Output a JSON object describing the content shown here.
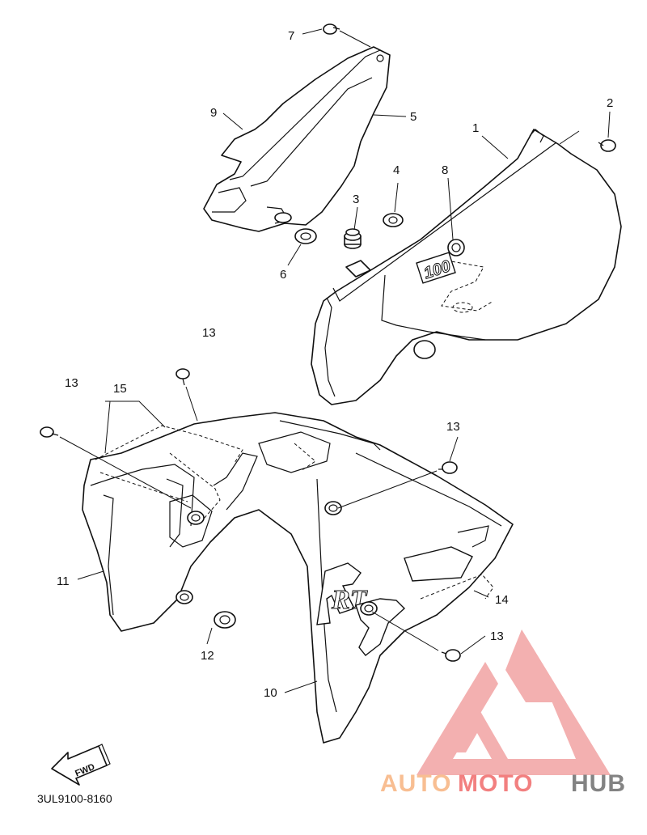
{
  "diagram": {
    "part_code": "3UL9100-8160",
    "fwd_label": "FWD",
    "callouts": {
      "p1": "1",
      "p2": "2",
      "p3": "3",
      "p4": "4",
      "p5": "5",
      "p6": "6",
      "p7": "7",
      "p8": "8",
      "p9": "9",
      "p10": "10",
      "p11": "11",
      "p12": "12",
      "p13a": "13",
      "p13b": "13",
      "p13c": "13",
      "p13d": "13",
      "p14": "14",
      "p15": "15"
    },
    "panel_decal_text": "100",
    "shroud_decal_text": "RT"
  },
  "watermark": {
    "brand_part1": "AUTO",
    "brand_part2": "MOTO",
    "brand_part3": "HUB",
    "colors": {
      "auto": "#f7b37f",
      "moto": "#f06b6b",
      "hub": "#6e6e6e",
      "logo": "#f2a3a3"
    }
  }
}
